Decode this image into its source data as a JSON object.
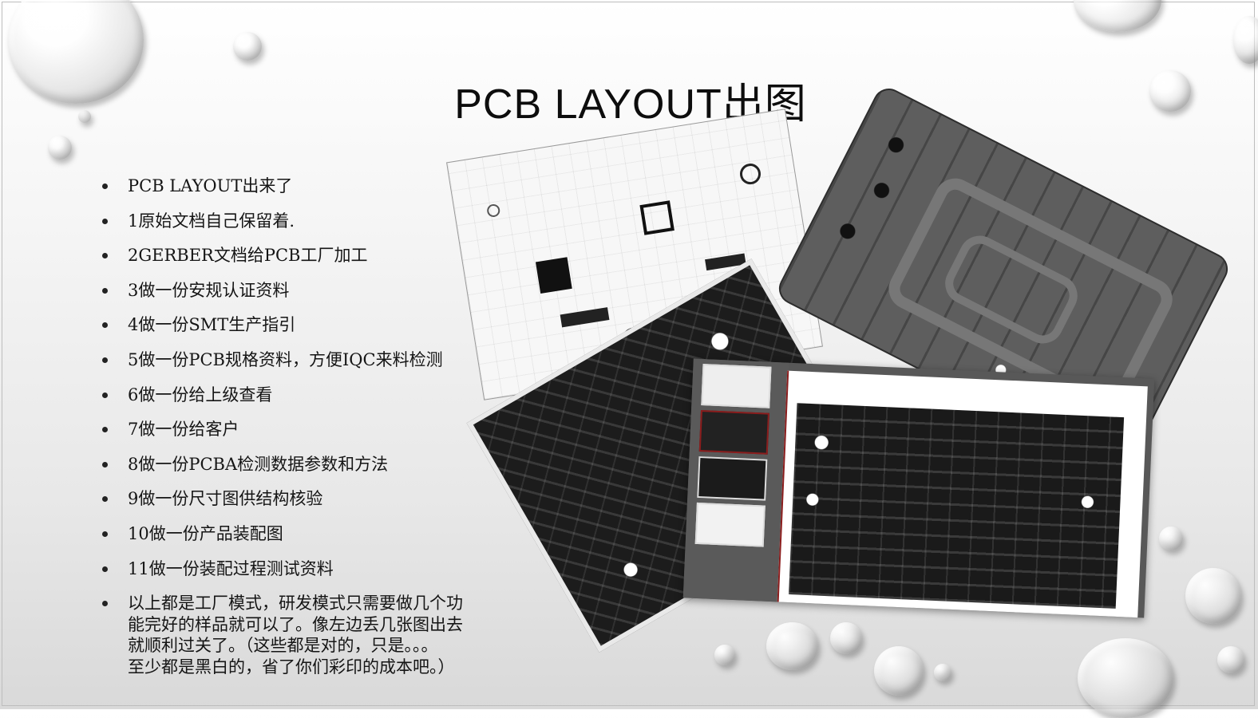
{
  "slide": {
    "title": "PCB LAYOUT出图",
    "bullets": [
      "PCB LAYOUT出来了",
      "1原始文档自己保留着.",
      "2GERBER文档给PCB工厂加工",
      "3做一份安规认证资料",
      "4做一份SMT生产指引",
      "5做一份PCB规格资料，方便IQC来料检测",
      "6做一份给上级查看",
      "7做一份给客户",
      "8做一份PCBA检测数据参数和方法",
      "9做一份尺寸图供结构核验",
      "10做一份产品装配图",
      "11做一份装配过程测试资料"
    ],
    "final_bullet_lines": [
      "以上都是工厂模式，研发模式只需要做几个功",
      "能完好的样品就可以了。像左边丢几张图出去",
      "就顺利过关了。（这些都是对的，只是。。。",
      "至少都是黑白的，省了你们彩印的成本吧。）"
    ]
  },
  "images": {
    "white_board": "pcb-silkscreen-drawing",
    "gray_board": "pcb-gray-layer",
    "dark_board": "pcb-dark-layer",
    "viewer": "pcb-viewer-window"
  },
  "colors": {
    "background_top": "#ffffff",
    "background_bottom": "#d9d9d9",
    "text": "#151515",
    "viewer_accent": "#8b1d1d"
  }
}
